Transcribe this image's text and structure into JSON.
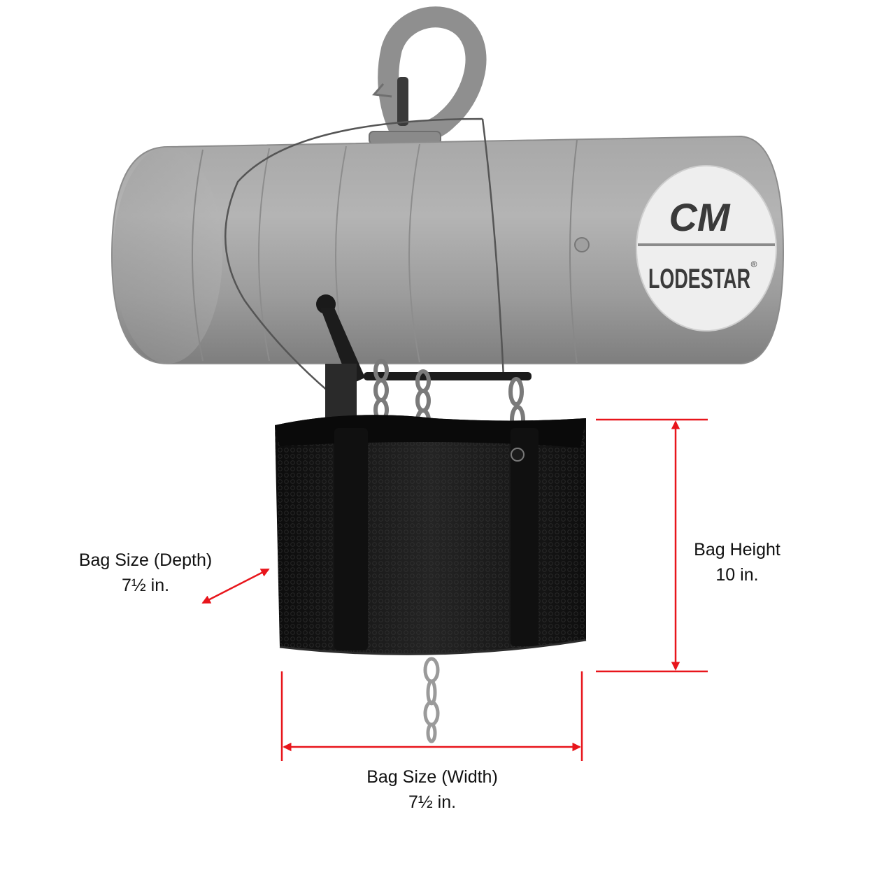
{
  "product": {
    "logo_mark": "CM",
    "logo_name": "LODESTAR",
    "logo_trademark": "®"
  },
  "dimensions": {
    "depth": {
      "label": "Bag Size (Depth)",
      "value": "7½ in."
    },
    "height": {
      "label": "Bag Height",
      "value": "10 in."
    },
    "width": {
      "label": "Bag Size (Width)",
      "value": "7½ in."
    }
  },
  "colors": {
    "dimension_line": "#e8151b",
    "hoist_body": "#9a9a9a",
    "bag": "#161616"
  }
}
